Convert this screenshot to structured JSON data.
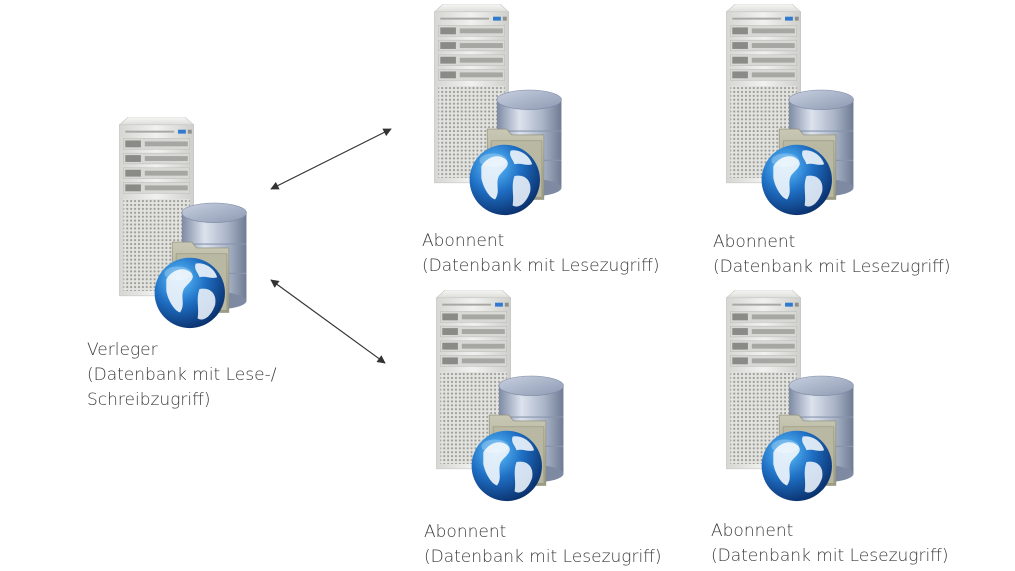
{
  "diagram": {
    "type": "database replication topology",
    "publisher": {
      "role": "Verleger",
      "description_line1": "(Datenbank mit Lese-/",
      "description_line2": "Schreibzugriff)",
      "icon": "server-database-globe-icon"
    },
    "subscribers": [
      {
        "role": "Abonnent",
        "description": "(Datenbank mit Lesezugriff)",
        "icon": "server-database-globe-icon"
      },
      {
        "role": "Abonnent",
        "description": "(Datenbank mit Lesezugriff)",
        "icon": "server-database-globe-icon"
      },
      {
        "role": "Abonnent",
        "description": "(Datenbank mit Lesezugriff)",
        "icon": "server-database-globe-icon"
      },
      {
        "role": "Abonnent",
        "description": "(Datenbank mit Lesezugriff)",
        "icon": "server-database-globe-icon"
      }
    ],
    "connections": [
      {
        "from": "publisher",
        "to": "subscriber-1",
        "direction": "bidirectional"
      },
      {
        "from": "publisher",
        "to": "subscriber-3",
        "direction": "bidirectional"
      }
    ],
    "colors": {
      "arrow": "#333333",
      "text": "#3b3b3b",
      "globe": "#1f6fc4",
      "database": "#9fb0cc",
      "server": "#e4e4e2"
    }
  }
}
